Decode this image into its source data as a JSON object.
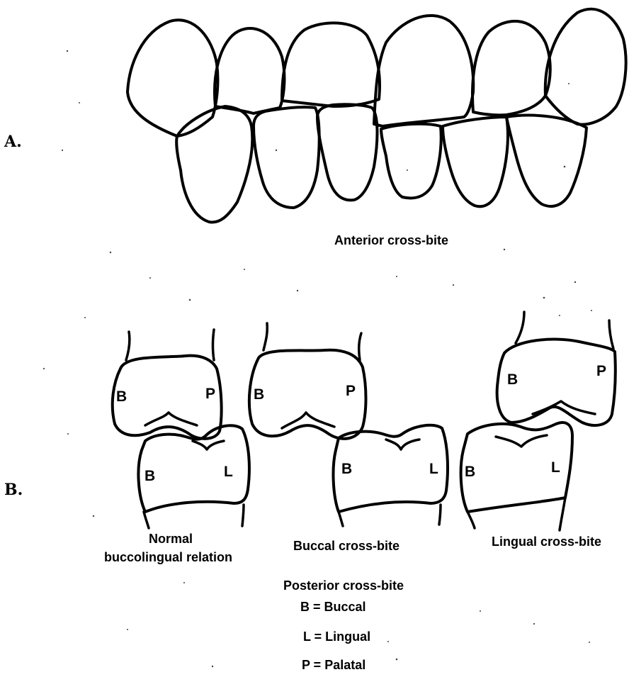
{
  "section_a": {
    "letter": "A.",
    "caption": "Anterior cross-bite"
  },
  "section_b": {
    "letter": "B.",
    "panels": [
      {
        "caption_lines": [
          "Normal",
          "buccolingual relation"
        ],
        "upper_left": "B",
        "upper_right": "P",
        "lower_left": "B",
        "lower_right": "L"
      },
      {
        "caption_lines": [
          "Buccal cross-bite"
        ],
        "upper_left": "B",
        "upper_right": "P",
        "lower_left": "B",
        "lower_right": "L"
      },
      {
        "caption_lines": [
          "Lingual cross-bite"
        ],
        "upper_left": "B",
        "upper_right": "P",
        "lower_left": "B",
        "lower_right": "L"
      }
    ]
  },
  "legend": {
    "title": "Posterior cross-bite",
    "items": [
      "B = Buccal",
      "L = Lingual",
      "P = Palatal"
    ]
  }
}
